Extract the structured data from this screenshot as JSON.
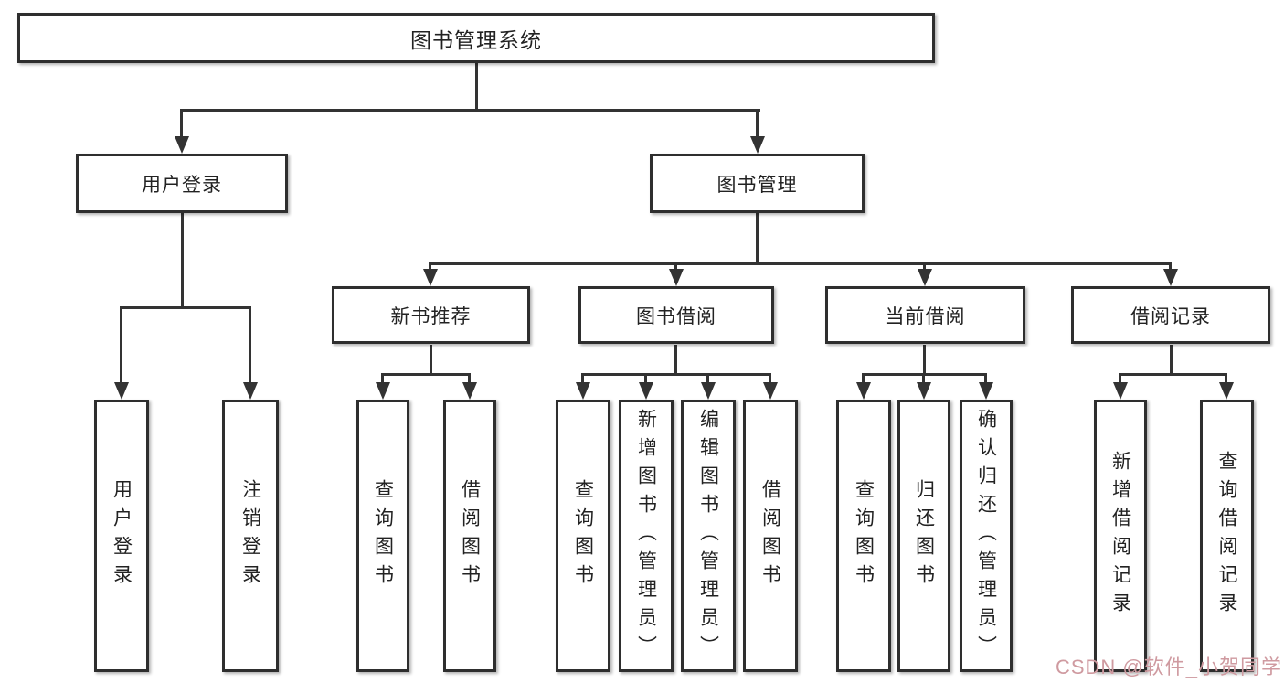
{
  "root": {
    "label": "图书管理系统"
  },
  "level2": {
    "user_login": {
      "label": "用户登录"
    },
    "book_mgmt": {
      "label": "图书管理"
    }
  },
  "level3": {
    "new_books": {
      "label": "新书推荐"
    },
    "borrowing": {
      "label": "图书借阅"
    },
    "current": {
      "label": "当前借阅"
    },
    "records": {
      "label": "借阅记录"
    }
  },
  "leaves": {
    "user_login": [
      "用户登录",
      "注销登录"
    ],
    "new_books": [
      "查询图书",
      "借阅图书"
    ],
    "borrowing": [
      "查询图书",
      "新增图书（管理员）",
      "编辑图书（管理员）",
      "借阅图书"
    ],
    "current": [
      "查询图书",
      "归还图书",
      "确认归还（管理员）"
    ],
    "records": [
      "新增借阅记录",
      "查询借阅记录"
    ]
  },
  "watermark": {
    "text": "CSDN @软件_小贺同学",
    "color": "#cf9aa0"
  },
  "colors": {
    "line": "#333333",
    "border": "#2e2e2e",
    "text": "#222222",
    "background": "#ffffff"
  }
}
